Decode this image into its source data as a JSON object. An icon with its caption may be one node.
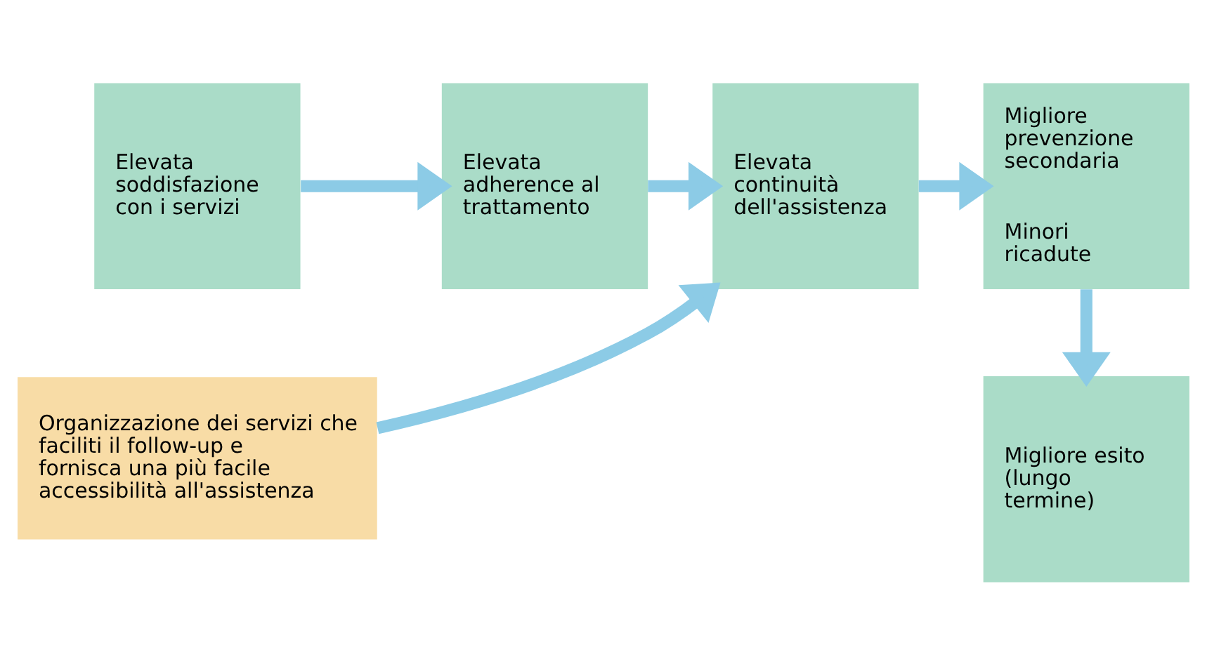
{
  "diagram": {
    "nodes": [
      {
        "text": [
          "Elevata soddisfazione con i servizi"
        ]
      },
      {
        "text": [
          "Elevata adherence al trattamento"
        ]
      },
      {
        "text": [
          "Elevata continuità dell'assistenza"
        ]
      },
      {
        "text": [
          "Migliore prevenzione secondaria",
          "Minori ricadute"
        ]
      },
      {
        "text": [
          "Organizzazione dei servizi che faciliti il follow-up e fornisca una più facile accessibilità all'assistenza"
        ]
      },
      {
        "text": [
          "Migliore esito (lungo termine)"
        ]
      }
    ],
    "edges": [
      {
        "from": 0,
        "to": 1,
        "arrow": "to"
      },
      {
        "from": 1,
        "to": 2,
        "arrow": "to"
      },
      {
        "from": 2,
        "to": 3,
        "arrow": "to"
      },
      {
        "from": 3,
        "to": 5,
        "arrow": "to"
      },
      {
        "from": 4,
        "to": 2,
        "arrow": "to"
      }
    ]
  }
}
